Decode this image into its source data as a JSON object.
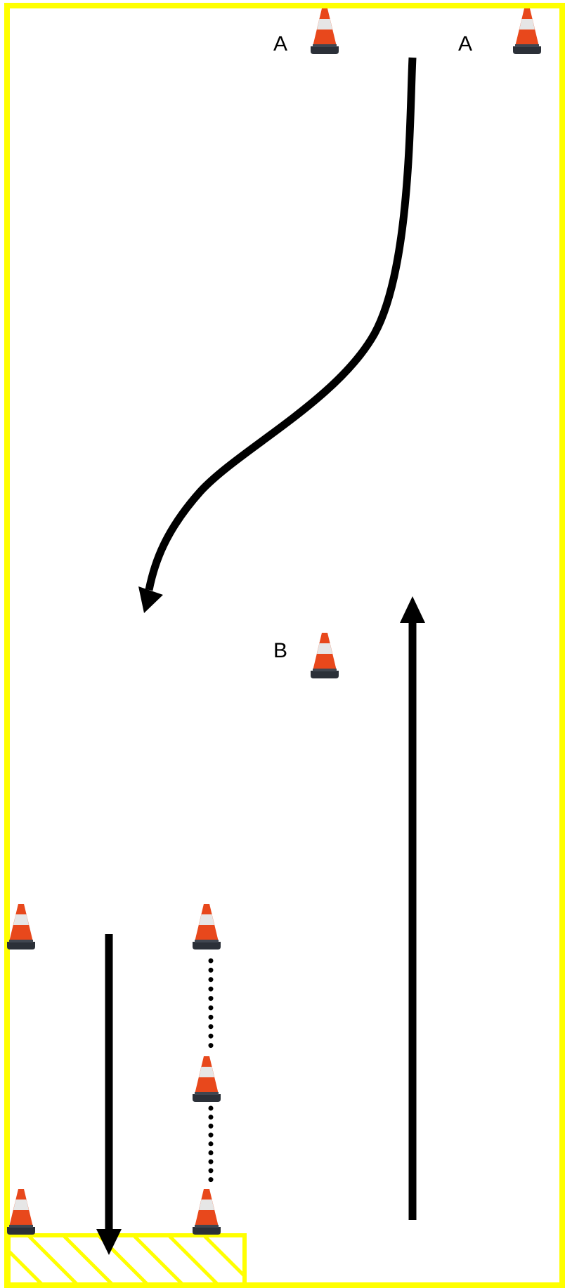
{
  "labels": {
    "cone_a_left": "A",
    "cone_a_right": "A",
    "cone_b": "B"
  },
  "colors": {
    "boundary": "#ffff00",
    "arrow": "#000000",
    "cone_orange": "#e8481c",
    "cone_stripe": "#e6e6e6",
    "cone_base": "#2b3038",
    "hatch": "#ffff00"
  },
  "icons": {
    "cone": "traffic-cone-icon"
  }
}
